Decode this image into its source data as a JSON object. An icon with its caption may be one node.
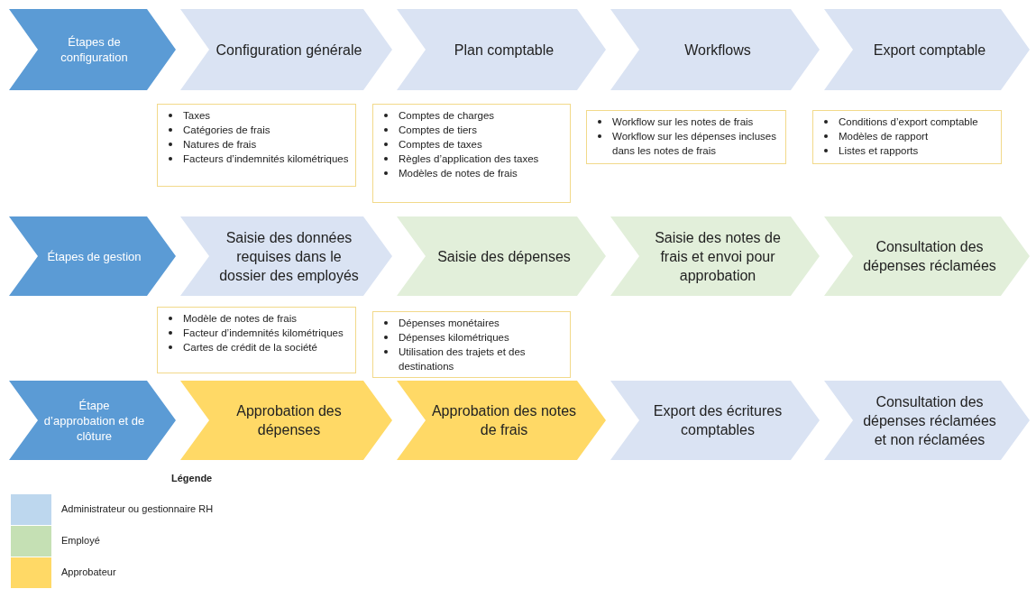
{
  "diagram": {
    "nodes": [
      {
        "text": [
          "Étapes de configuration"
        ]
      },
      {
        "text": [
          "Configuration générale"
        ]
      },
      {
        "text": [
          "Plan comptable"
        ]
      },
      {
        "text": [
          "Workflows"
        ]
      },
      {
        "text": [
          "Export comptable"
        ]
      },
      {
        "text": [
          "Taxes",
          "Catégories de frais",
          "Natures de frais",
          "Facteurs d’indemnités kilométriques"
        ]
      },
      {
        "text": [
          "Comptes de charges",
          "Comptes de tiers",
          "Comptes de taxes",
          "Règles d’application des taxes",
          "Modèles de notes de frais"
        ]
      },
      {
        "text": [
          "Workflow sur les notes de frais",
          "Workflow sur les dépenses incluses dans les notes de frais"
        ]
      },
      {
        "text": [
          "Conditions d’export comptable",
          "Modèles de rapport",
          "Listes et rapports"
        ]
      },
      {
        "text": [
          "Étapes de gestion"
        ]
      },
      {
        "text": [
          "Saisie des données requises dans le dossier des employés"
        ]
      },
      {
        "text": [
          "Saisie des dépenses"
        ]
      },
      {
        "text": [
          "Saisie des notes de frais et envoi pour approbation"
        ]
      },
      {
        "text": [
          "Consultation des dépenses réclamées"
        ]
      },
      {
        "text": [
          "Modèle de notes de frais",
          "Facteur d’indemnités kilométriques",
          "Cartes de crédit de la société"
        ]
      },
      {
        "text": [
          "Dépenses monétaires",
          "Dépenses kilométriques",
          "Utilisation des trajets et des destinations"
        ]
      },
      {
        "text": [
          "Étape d’approbation et de clôture"
        ]
      },
      {
        "text": [
          "Approbation des dépenses"
        ]
      },
      {
        "text": [
          "Approbation des notes de frais"
        ]
      },
      {
        "text": [
          "Export des écritures comptables"
        ]
      },
      {
        "text": [
          "Consultation des dépenses réclamées et non réclamées"
        ]
      }
    ],
    "labels": [
      "Légende"
    ],
    "legend": [
      {
        "text": "Administrateur ou gestionnaire RH",
        "color": "#bdd7ee"
      },
      {
        "text": "Employé",
        "color": "#c5e0b4"
      },
      {
        "text": "Approbateur",
        "color": "#ffd966"
      }
    ]
  }
}
